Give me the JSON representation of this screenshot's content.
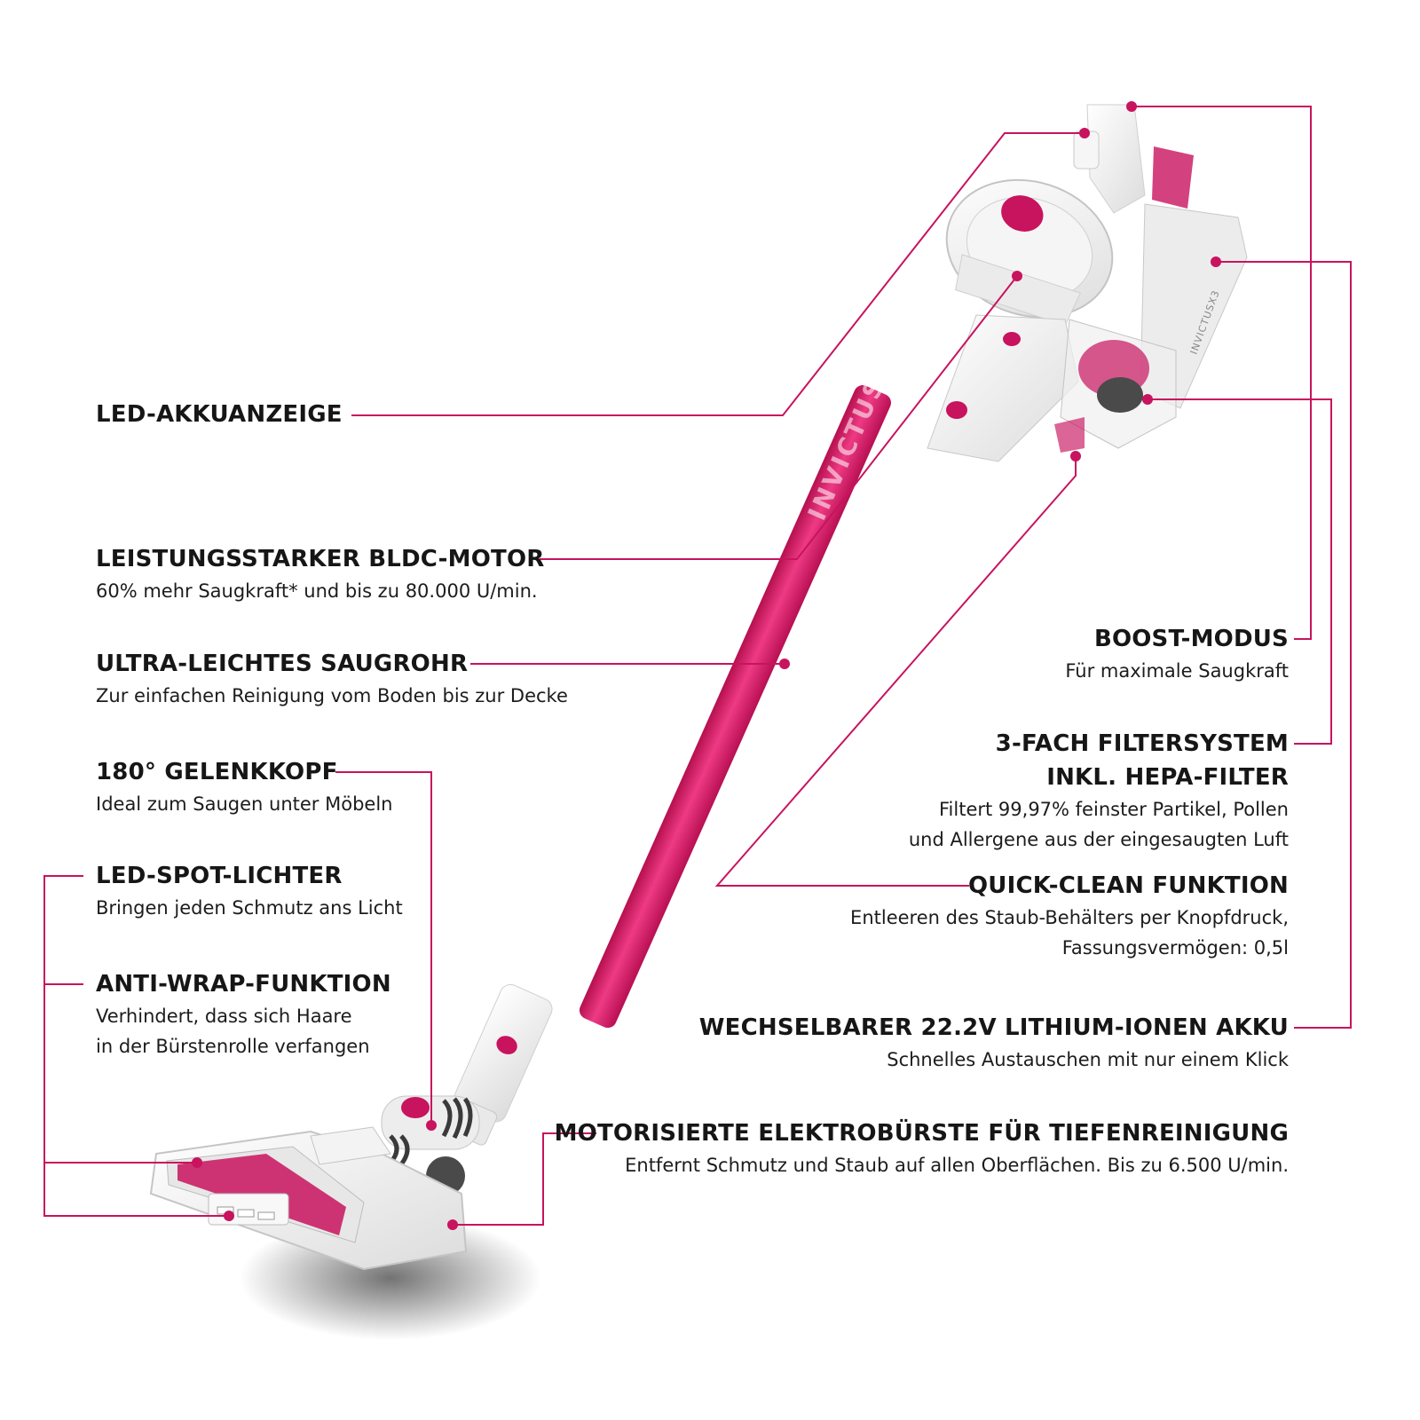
{
  "brand": {
    "accent": "#c8135e",
    "tube_color": "#e32172",
    "body_color": "#f2f2f2",
    "tube_logo": "INVICTUS",
    "body_logo": "INVICTUSX3"
  },
  "features": {
    "led_akku": {
      "title": "LED-AKKUANZEIGE",
      "desc": []
    },
    "bldc_motor": {
      "title": "LEISTUNGSSTARKER BLDC-MOTOR",
      "desc": [
        "60% mehr Saugkraft* und bis zu 80.000 U/min."
      ]
    },
    "saugrohr": {
      "title": "ULTRA-LEICHTES SAUGROHR",
      "desc": [
        "Zur einfachen Reinigung vom Boden bis zur Decke"
      ]
    },
    "gelenkkopf": {
      "title": "180° GELENKKOPF",
      "desc": [
        "Ideal zum Saugen unter Möbeln"
      ]
    },
    "led_spot": {
      "title": "LED-SPOT-LICHTER",
      "desc": [
        "Bringen jeden Schmutz ans Licht"
      ]
    },
    "anti_wrap": {
      "title": "ANTI-WRAP-FUNKTION",
      "desc": [
        "Verhindert, dass sich Haare",
        "in der Bürstenrolle verfangen"
      ]
    },
    "boost": {
      "title": "BOOST-MODUS",
      "desc": [
        "Für maximale Saugkraft"
      ]
    },
    "filter": {
      "title": [
        "3-FACH FILTERSYSTEM",
        "INKL. HEPA-FILTER"
      ],
      "desc": [
        "Filtert 99,97% feinster Partikel, Pollen",
        "und Allergene aus der eingesaugten Luft"
      ]
    },
    "quick_clean": {
      "title": "QUICK-CLEAN FUNKTION",
      "desc": [
        "Entleeren des Staub-Behälters per Knopfdruck,",
        "Fassungsvermögen: 0,5l"
      ]
    },
    "akku": {
      "title": "WECHSELBARER 22.2V LITHIUM-IONEN AKKU",
      "desc": [
        "Schnelles Austauschen mit nur einem Klick"
      ]
    },
    "elektrobuerste": {
      "title": "MOTORISIERTE ELEKTROBÜRSTE FÜR TIEFENREINIGUNG",
      "desc": [
        "Entfernt Schmutz und Staub auf allen Oberflächen. Bis zu 6.500 U/min."
      ]
    }
  }
}
